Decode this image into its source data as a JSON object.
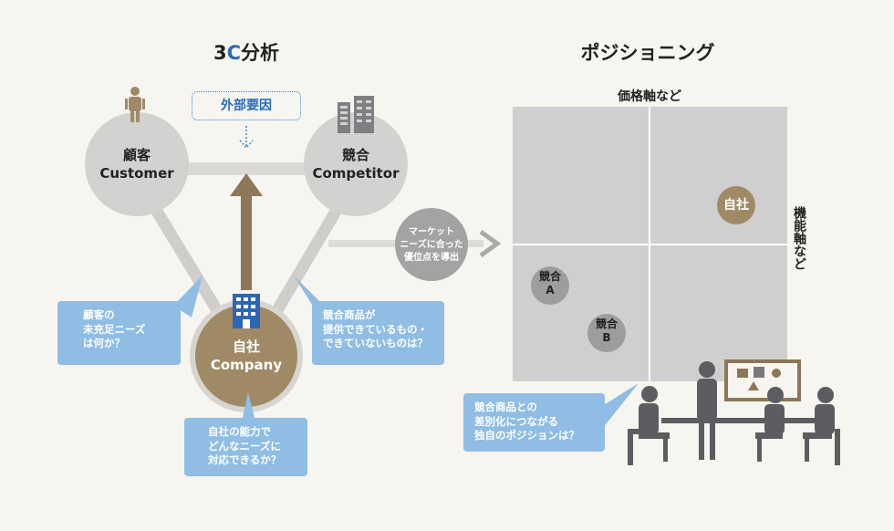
{
  "left": {
    "title_prefix": "3",
    "title_c": "C",
    "title_suffix": "分析",
    "external_label": "外部要因",
    "customer": {
      "ja": "顧客",
      "en": "Customer"
    },
    "competitor": {
      "ja": "競合",
      "en": "Competitor"
    },
    "company": {
      "ja": "自社",
      "en": "Company"
    },
    "bubble_customer": [
      "顧客の",
      "未充足ニーズ",
      "は何か？"
    ],
    "bubble_competitor": [
      "競合商品が",
      "提供できているもの・",
      "できていないものは？"
    ],
    "bubble_company": [
      "自社の能力で",
      "どんなニーズに",
      "対応できるか？"
    ]
  },
  "arrow_label": [
    "マーケット",
    "ニーズに合った",
    "優位点を導出"
  ],
  "right": {
    "title": "ポジショニング",
    "x_axis_label": "価格軸など",
    "y_axis_label": "機能軸など",
    "marker_self": "自社",
    "marker_a": [
      "競合",
      "A"
    ],
    "marker_b": [
      "競合",
      "B"
    ],
    "bubble": [
      "競合商品との",
      "差別化につながる",
      "独自のポジションは？"
    ]
  },
  "colors": {
    "accent_blue": "#2a6ab8",
    "bubble_blue": "#8fbde3",
    "gold": "#a08a66",
    "circle_gray": "#d3d2d0",
    "chart_gray": "#cfcfcf",
    "icon_gray": "#6f6f70"
  },
  "icons": [
    "person-icon",
    "building-icon",
    "dotted-arrow-icon",
    "people-meeting-icon",
    "whiteboard-icon"
  ]
}
